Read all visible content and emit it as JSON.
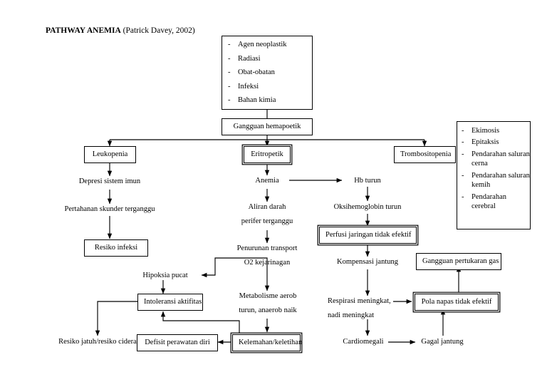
{
  "title": {
    "main": "PATHWAY ANEMIA",
    "citation": " (Patrick Davey, 2002)"
  },
  "causes_box": {
    "name": "etiology-list",
    "items": [
      "Agen neoplastik",
      "Radiasi",
      "Obat-obatan",
      "Infeksi",
      "Bahan kimia"
    ]
  },
  "bleeding_box": {
    "name": "bleeding-signs-list",
    "items": [
      "Ekimosis",
      "Epitaksis",
      "Pendarahan saluran cerna",
      "Pendarahan saluran kemih",
      "Pendarahan cerebral"
    ]
  },
  "nodes": {
    "gangguan_hemapoetik": "Gangguan hemapoetik",
    "leukopenia": "Leukopenia",
    "eritropetik": "Eritropetik",
    "trombositopenia": "Trombositopenia",
    "depresi_sistem_imun": "Depresi sistem imun",
    "pertahanan_skunder": "Pertahanan skunder terganggu",
    "resiko_infeksi": "Resiko infeksi",
    "anemia": "Anemia",
    "hb_turun": "Hb turun",
    "aliran_darah_l1": "Aliran darah",
    "aliran_darah_l2": "perifer terganggu",
    "oksihemoglobin_turun": "Oksihemoglobin turun",
    "penurunan_transport_l1": "Penurunan transport",
    "penurunan_transport_l2": "O2 kejarinagan",
    "perfusi_jaringan": "Perfusi jaringan tidak efektif",
    "kompensasi_jantung": "Kompensasi jantung",
    "gangguan_pertukaran_gas": "Gangguan pertukaran gas",
    "hipoksia_pucat": "Hipoksia pucat",
    "metabolisme_l1": "Metabolisme aerob",
    "metabolisme_l2": "turun, anaerob naik",
    "respirasi_l1": "Respirasi meningkat,",
    "respirasi_l2": "nadi meningkat",
    "pola_napas": "Pola napas tidak efektif",
    "intoleransi_aktifitas": "Intoleransi aktifitas",
    "resiko_jatuh": "Resiko jatuh/resiko cidera",
    "defisit_perawatan": "Defisit perawatan diri",
    "kelemahan": "Kelemahan/keletihan",
    "cardiomegali": "Cardiomegali",
    "gagal_jantung": "Gagal jantung"
  },
  "colors": {
    "ink": "#000000",
    "paper": "#ffffff"
  }
}
